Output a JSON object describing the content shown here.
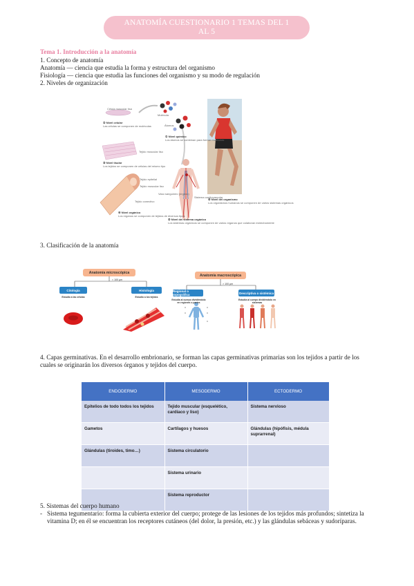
{
  "header": {
    "title_line1": "ANATOMÍA CUESTIONARIO 1  TEMAS DEL 1",
    "title_line2": "AL 5"
  },
  "tema1": {
    "heading": "Tema 1. Introducción a la anatomía",
    "item1": "1.    Concepto de anatomía",
    "anatomia_def": "Anatomía — ciencia que estudia la forma y estructura del organismo",
    "fisiologia_def": "Fisiología — ciencia que estudia las funciones del organismo y su modo de regulación",
    "item2": "2. Niveles de organización",
    "item3": "3. Clasificación de la anatomía",
    "item4": "4. Capas germinativas. En el desarrollo embrionario, se forman las capas germinativas primarias son los tejidos a partir de los cuales se originarán los diversos órganos y tejidos del cuerpo.",
    "item5": "5. Sistemas del cuerpo humano",
    "bullet1": "Sistema tegumentario: forma la cubierta exterior del cuerpo; protege de las lesiones de los tejidos más profundos; sintetiza la vitamina D; en él se encuentran los receptores cutáneos (del dolor, la presión, etc.) y las glándulas sebáceas y sudoríparas.",
    "bullet_mark": "-"
  },
  "figure1": {
    "cell_label": "Célula muscular lisa",
    "molecule_label": "Molécula",
    "atoms_label": "Átomos",
    "level1_title": "① Nivel químico",
    "level1_text": "Los átomos se combinan para formar moléculas",
    "level2_title": "② Nivel celular",
    "level2_text": "Las células se componen de moléculas",
    "tissue_label": "Tejido muscular liso",
    "level3_title": "③ Nivel tisular",
    "level3_text": "Los tejidos se componen de células del mismo tipo",
    "layers": [
      "Tejido epitelial",
      "Tejido muscular liso",
      "Tejido conectivo"
    ],
    "vessel_label": "Vaso sanguíneo (órgano)",
    "system_label": "Sistema cardiovascular",
    "level4_title": "④ Nivel orgánico",
    "level4_text": "Los órganos se componen de tejidos de diversos tipos",
    "level5_title": "⑤ Nivel del sistema orgánico",
    "level5_text": "Los sistemas orgánicos se componen de varios órganos que colaboran estrechamente",
    "level6_title": "⑥ Nivel del organismo",
    "level6_text": "Los organismos humanos se componen de varios sistemas orgánicos"
  },
  "figure2": {
    "micro_title": "Anatomía microscópica",
    "macro_title": "Anatomía macroscópica",
    "micro_scale": "< 100 µm",
    "macro_scale": "> 100 µm",
    "citologia": "Citología",
    "citologia_desc": "Estudio a las células",
    "histologia": "Histología",
    "histologia_desc": "Estudio a los tejidos",
    "regional": "Regional o topográfica",
    "regional_desc": "Estudia al cuerpo dividiéndolo en regiones o partes",
    "descriptiva": "Descriptiva o sistémica",
    "descriptiva_desc": "Estudia al cuerpo dividiéndolo en sistemas"
  },
  "germ_table": {
    "headers": [
      "ENDODERMO",
      "MESODERMO",
      "ECTODERMO"
    ],
    "rows": [
      [
        "Epitelios de todo todos los tejidos",
        "Tejido muscular (esquelético, cardiaco y liso)",
        "Sistema nervioso"
      ],
      [
        "Gametos",
        "Cartílagos y huesos",
        "Glándulas (hipófisis, médula suprarrenal)"
      ],
      [
        "Glándulas (tiroides, timo…)",
        "Sistema circulatorio",
        ""
      ],
      [
        "",
        "Sistema urinario",
        ""
      ],
      [
        "",
        "Sistema reproductor",
        ""
      ]
    ]
  },
  "colors": {
    "title_bg": "#f5c1cd",
    "heading_pink": "#e87fa0",
    "table_header": "#4472c4",
    "table_row_dark": "#cfd5ea",
    "table_row_light": "#e9ebf5",
    "diagram_orange": "#f7b58f",
    "diagram_blue": "#2b84c6"
  }
}
